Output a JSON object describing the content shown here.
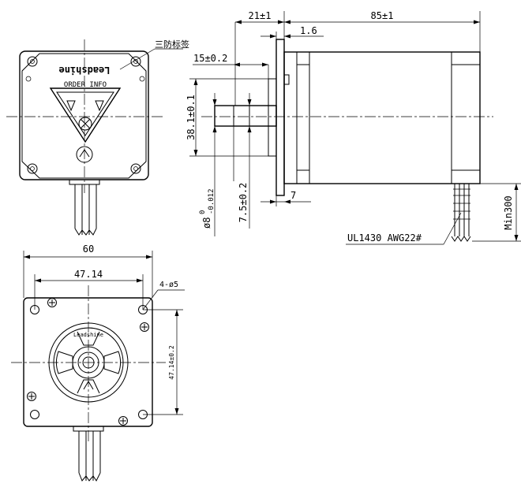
{
  "dimensions": {
    "front_flange_offset": "21±1",
    "body_length": "85±1",
    "flange_thickness": "1.6",
    "shaft_length": "15±0.2",
    "boss_diameter": "38.1±0.1",
    "shaft_diameter_prefix": "ø8",
    "shaft_diameter_tol_upper": "0",
    "shaft_diameter_tol_lower": "-0.012",
    "flat_length": "7.5±0.2",
    "rear_step": "7",
    "lead_min_length": "Min300",
    "lead_wire_spec": "UL1430 AWG22#",
    "label_note": "三防标签",
    "flange_width": "60",
    "hole_pitch_h": "47.14",
    "hole_pitch_v": "47.14±0.2",
    "mounting_holes": "4-ø5"
  },
  "markings": {
    "label_brand": "Leadshine",
    "label_small": "ORDER INFO",
    "rear_cap_text": "Leadshine"
  }
}
